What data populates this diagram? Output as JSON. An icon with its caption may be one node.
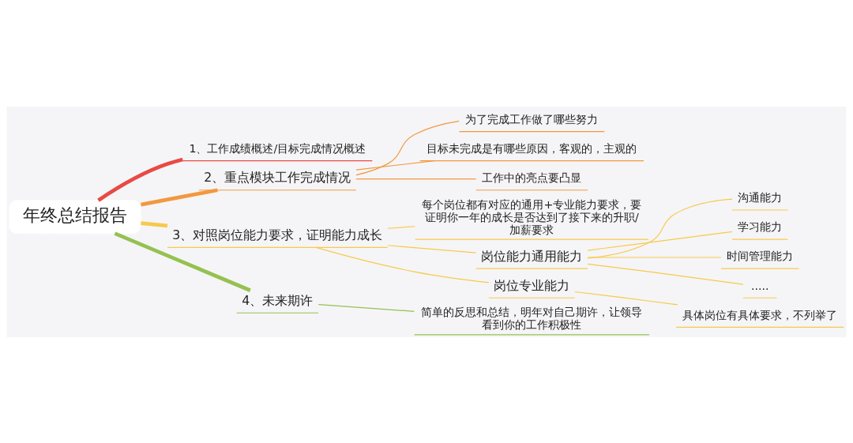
{
  "diagram": {
    "nodes": [
      {
        "text": [
          "年终总结报告"
        ]
      },
      {
        "text": [
          "1、工作成绩概述/目标完成情况概述"
        ]
      },
      {
        "text": [
          "2、重点模块工作完成情况"
        ]
      },
      {
        "text": [
          "为了完成工作做了哪些努力"
        ]
      },
      {
        "text": [
          "目标未完成是有哪些原因，客观的，主观的"
        ]
      },
      {
        "text": [
          "工作中的亮点要凸显"
        ]
      },
      {
        "text": [
          "3、对照岗位能力要求，证明能力成长"
        ]
      },
      {
        "text": [
          "每个岗位都有对应的通用+专业能力要求，要证明你一年的成长是否达到了接下来的升职/加薪要求"
        ]
      },
      {
        "text": [
          "岗位能力通用能力"
        ]
      },
      {
        "text": [
          "沟通能力"
        ]
      },
      {
        "text": [
          "学习能力"
        ]
      },
      {
        "text": [
          "时间管理能力"
        ]
      },
      {
        "text": [
          "....."
        ]
      },
      {
        "text": [
          "岗位专业能力"
        ]
      },
      {
        "text": [
          "具体岗位有具体要求，不列举了"
        ]
      },
      {
        "text": [
          "4、未来期许"
        ]
      },
      {
        "text": [
          "简单的反思和总结，明年对自己期许，让领导看到你的工作积极性"
        ]
      }
    ],
    "edges": [
      {
        "from": 0,
        "to": 1,
        "arrow": "none",
        "style": "thick",
        "color": "#e84a45"
      },
      {
        "from": 0,
        "to": 2,
        "arrow": "none",
        "style": "thick",
        "color": "#f3983f"
      },
      {
        "from": 2,
        "to": 3,
        "arrow": "none",
        "color": "#f3983f"
      },
      {
        "from": 2,
        "to": 4,
        "arrow": "none",
        "color": "#f3983f"
      },
      {
        "from": 2,
        "to": 5,
        "arrow": "none",
        "color": "#f3983f"
      },
      {
        "from": 0,
        "to": 6,
        "arrow": "none",
        "style": "thick"
      },
      {
        "from": 6,
        "to": 7,
        "arrow": "none"
      },
      {
        "from": 6,
        "to": 8,
        "arrow": "none"
      },
      {
        "from": 8,
        "to": 9,
        "arrow": "none"
      },
      {
        "from": 8,
        "to": 10,
        "arrow": "none"
      },
      {
        "from": 8,
        "to": 11,
        "arrow": "none"
      },
      {
        "from": 8,
        "to": 12,
        "arrow": "none"
      },
      {
        "from": 6,
        "to": 13,
        "arrow": "none"
      },
      {
        "from": 13,
        "to": 14,
        "arrow": "none"
      },
      {
        "from": 0,
        "to": 15,
        "arrow": "none",
        "style": "thick",
        "color": "#95c150"
      },
      {
        "from": 15,
        "to": 16,
        "arrow": "none",
        "color": "#95c150"
      }
    ]
  }
}
